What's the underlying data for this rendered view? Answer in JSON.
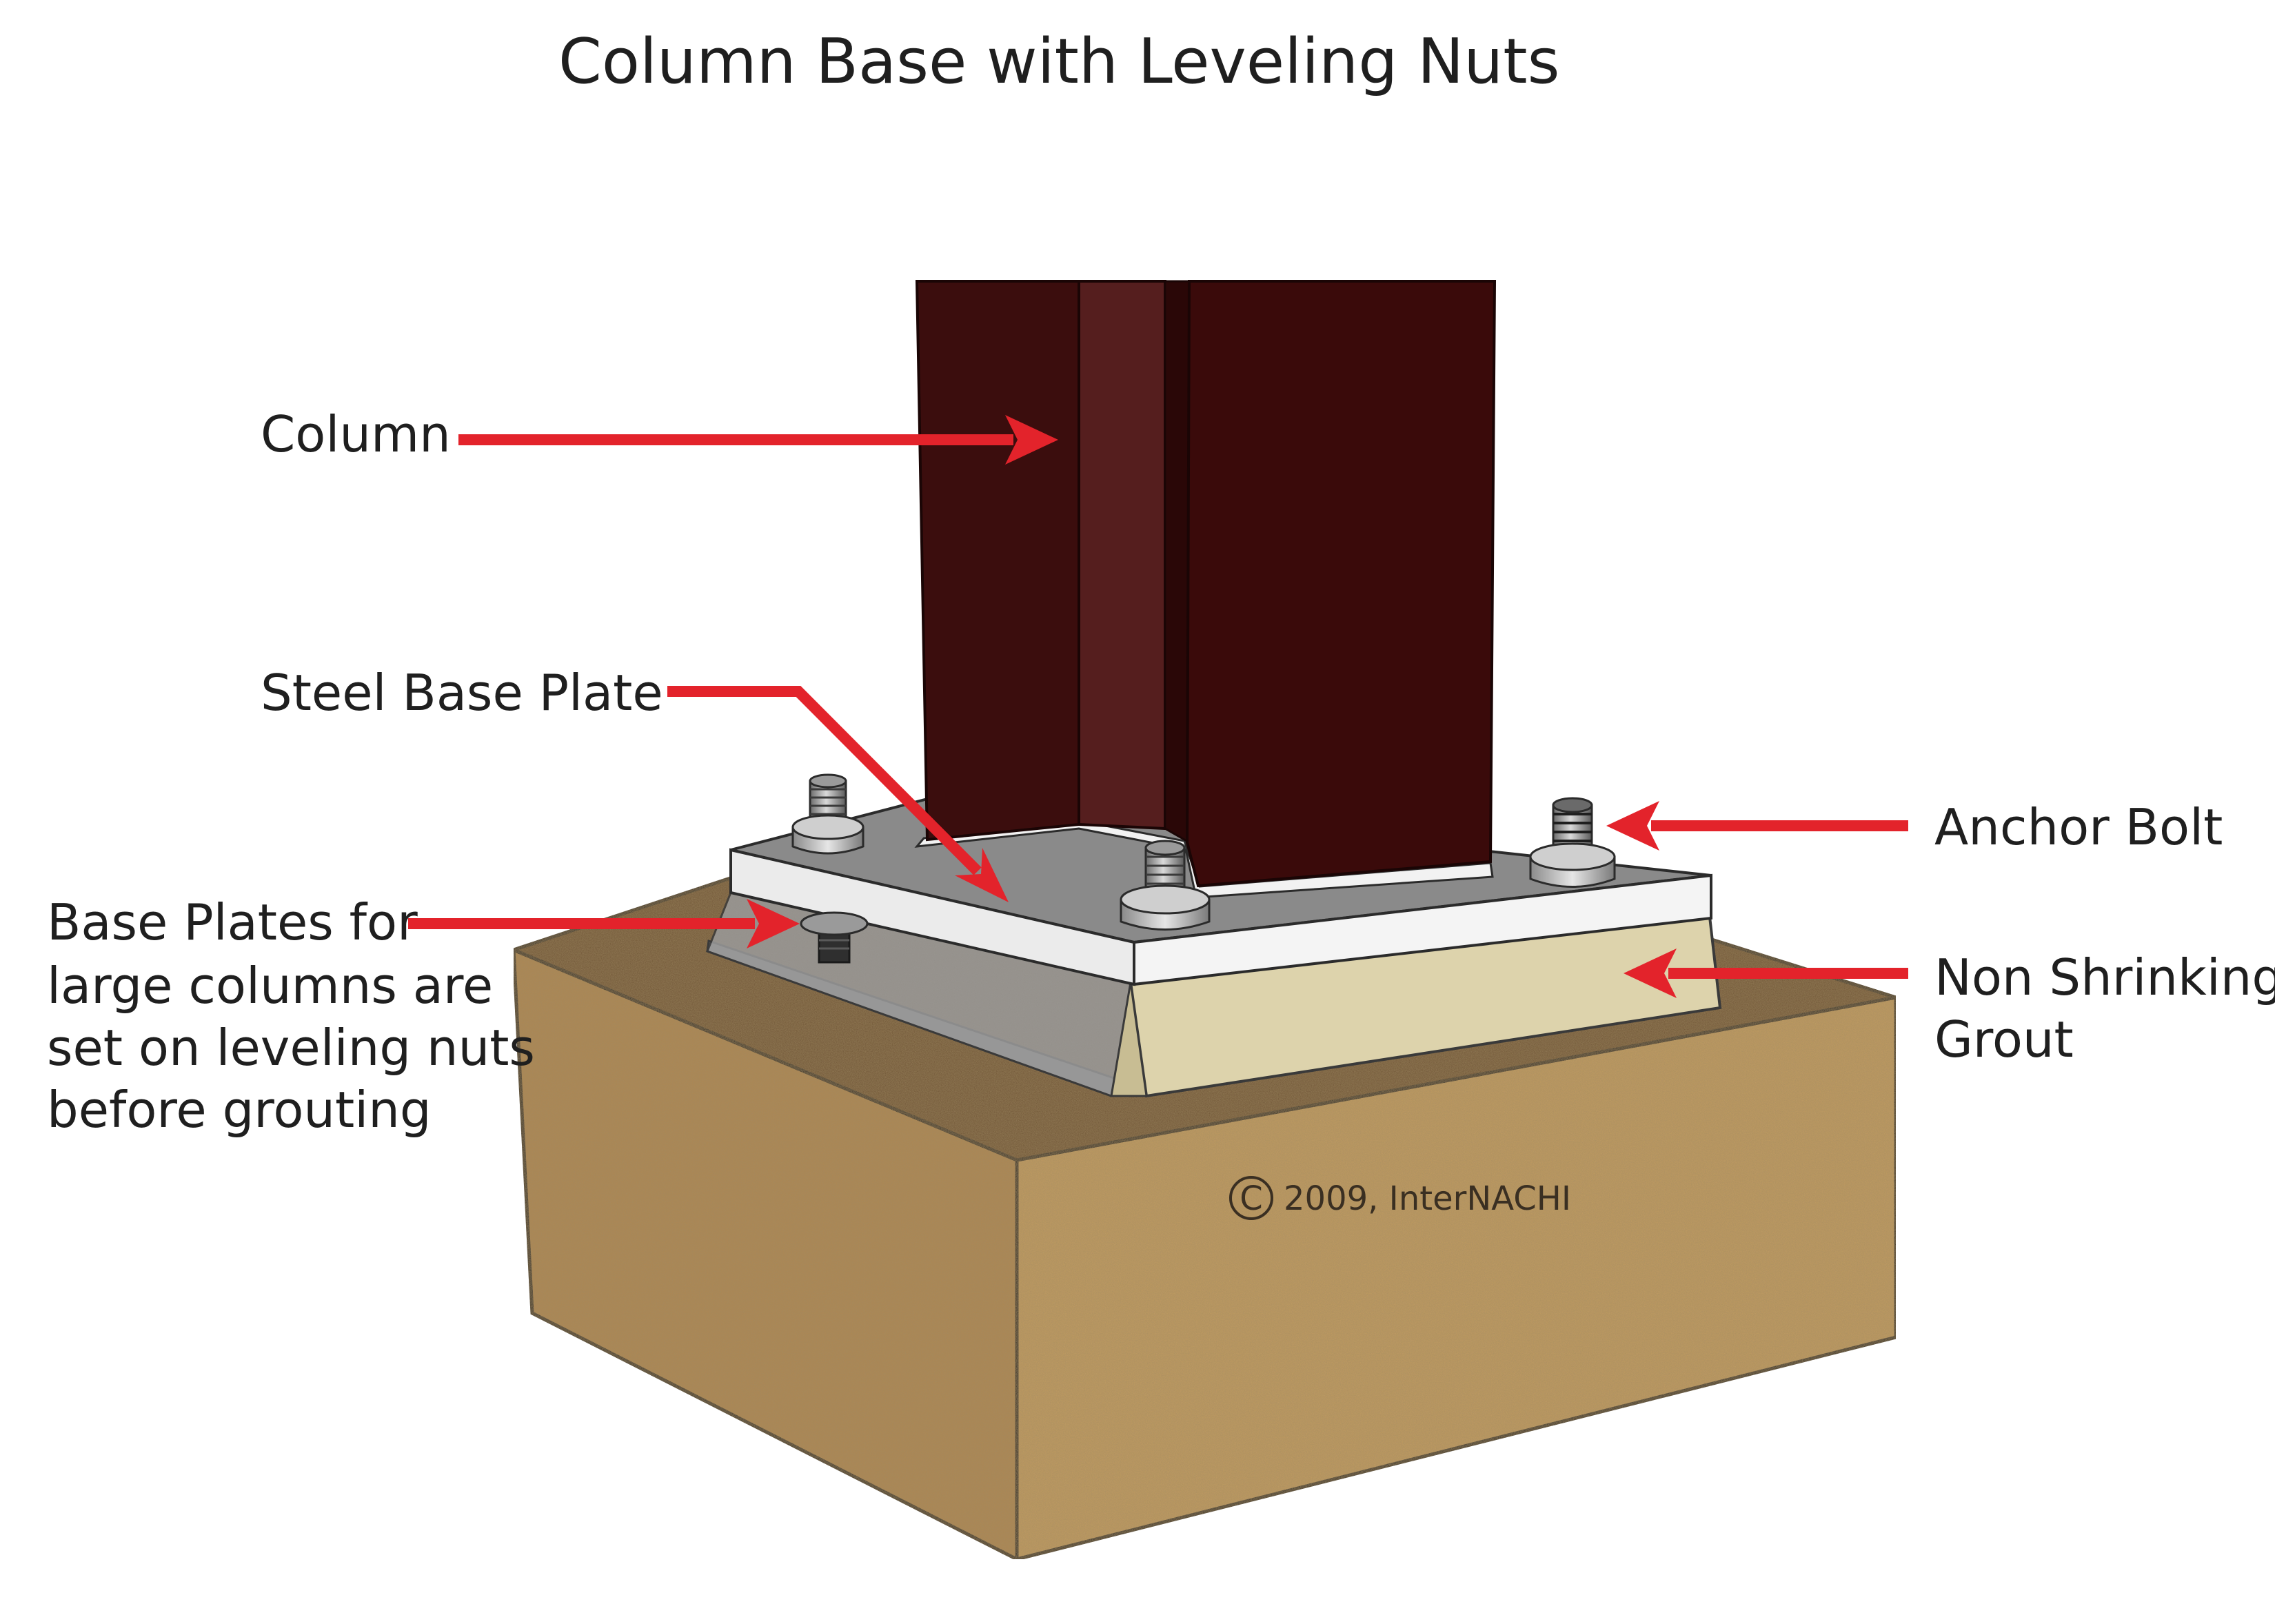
{
  "title": "Column Base with Leveling Nuts",
  "labels": {
    "column": "Column",
    "steel_base_plate": "Steel Base Plate",
    "anchor_bolt": "Anchor Bolt",
    "leveling_note": [
      "Base Plates for",
      "large columns are",
      "set on leveling nuts",
      "before grouting"
    ],
    "grout": [
      "Non Shrinking",
      "Grout"
    ]
  },
  "copyright": {
    "symbol": "C",
    "text": "2009, InterNACHI"
  },
  "colors": {
    "arrow": "#e3232b",
    "column": "#3a0c0c",
    "plate": "#e8e8e8",
    "grout": "#ddd3ac",
    "concrete": "#b08c54"
  },
  "icons": {
    "arrows": "red-arrow-icon",
    "copyright": "copyright-icon"
  }
}
